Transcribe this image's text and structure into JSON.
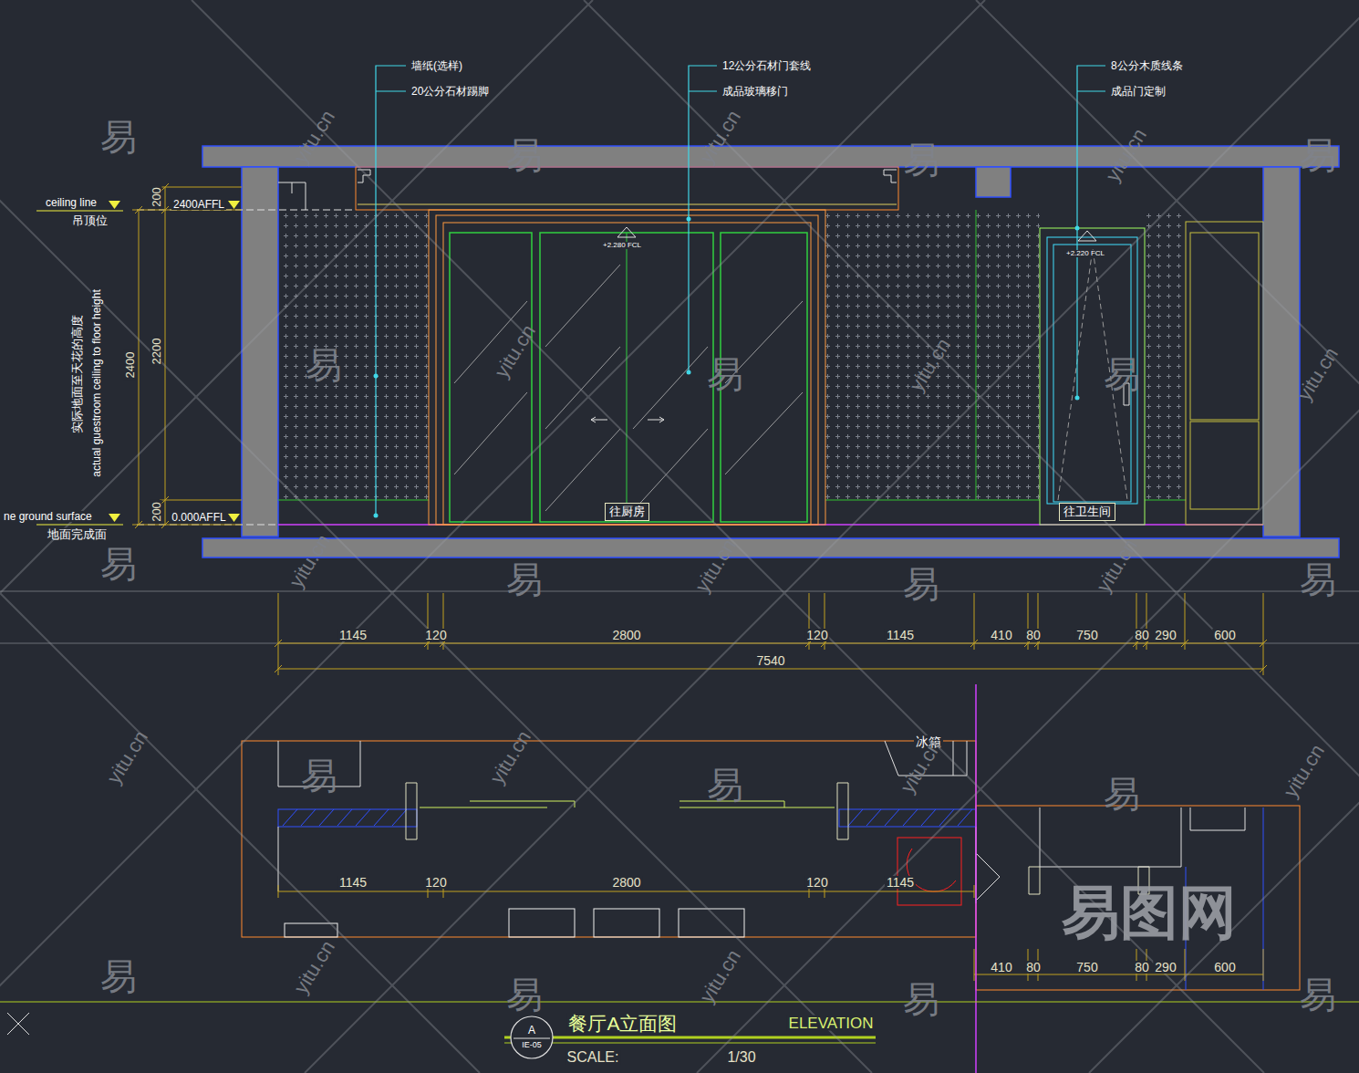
{
  "diagram": {
    "title": "餐厅A立面图",
    "nodes": [
      {
        "text": [
          "往厨房"
        ]
      },
      {
        "text": [
          "往卫生间"
        ]
      },
      {
        "text": [
          "A",
          "IE-05"
        ]
      }
    ],
    "labels": [
      "墙纸(选样)",
      "20公分石材踢脚",
      "12公分石材门套线",
      "成品玻璃移门",
      "8公分木质线条",
      "成品门定制",
      "ceiling line",
      "吊顶位",
      "200",
      "2400AFFL",
      "实际地面至天花的高度",
      "actual guestroom ceiling to floor height",
      "2400",
      "2200",
      "200",
      "0.000AFFL",
      "ne ground surface",
      "地面完成面",
      "+2.280 FCL",
      "+2.220 FCL",
      "1145",
      "120",
      "2800",
      "120",
      "1145",
      "410",
      "80",
      "750",
      "80",
      "290",
      "600",
      "7540",
      "冰箱",
      "1145",
      "120",
      "2800",
      "120",
      "1145",
      "410",
      "80",
      "750",
      "80",
      "290",
      "600",
      "ELEVATION",
      "SCALE:",
      "1/30",
      "易",
      "易",
      "易",
      "易",
      "易",
      "易",
      "易",
      "易",
      "易",
      "易",
      "易",
      "易",
      "易",
      "易",
      "易",
      "易",
      "易",
      "易",
      "yitu.cn",
      "yitu.cn",
      "yitu.cn",
      "yitu.cn",
      "yitu.cn",
      "yitu.cn",
      "yitu.cn",
      "yitu.cn",
      "yitu.cn",
      "yitu.cn",
      "yitu.cn",
      "yitu.cn",
      "yitu.cn",
      "yitu.cn",
      "yitu.cn",
      "易图网"
    ]
  }
}
